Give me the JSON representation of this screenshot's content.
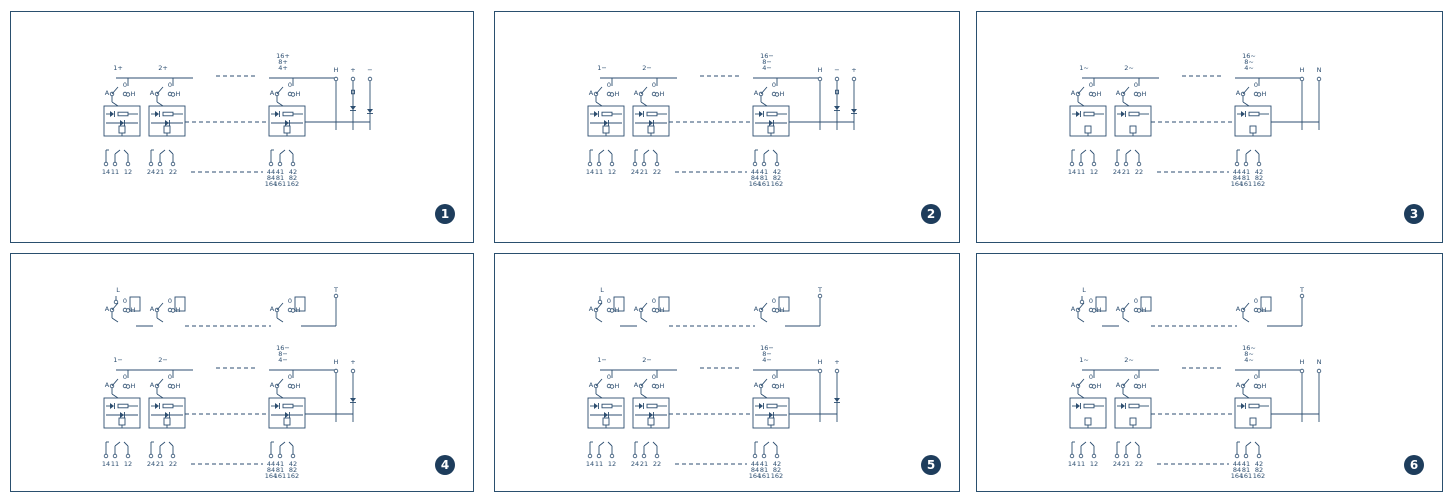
{
  "colors": {
    "line": "#2d4e70",
    "border": "#2a4f6e",
    "badge": "#1e3d5c",
    "badge_text": "#ffffff"
  },
  "panels": [
    {
      "number": "1",
      "top_circuit": null,
      "main": {
        "labels": [
          "1+",
          "2+"
        ],
        "last_label": [
          "16+",
          "8+",
          "4+"
        ],
        "terminals": [
          "H",
          "+",
          "−"
        ],
        "supply": "dc",
        "contacts": [
          [
            "14",
            "11",
            "12"
          ],
          [
            "24",
            "21",
            "22"
          ]
        ],
        "last_contacts": [
          [
            "44",
            "41",
            "42"
          ],
          [
            "84",
            "81",
            "82"
          ],
          [
            "164",
            "161",
            "162"
          ]
        ]
      }
    },
    {
      "number": "2",
      "top_circuit": null,
      "main": {
        "labels": [
          "1−",
          "2−"
        ],
        "last_label": [
          "16−",
          "8−",
          "4−"
        ],
        "terminals": [
          "H",
          "−",
          "+"
        ],
        "supply": "dc",
        "contacts": [
          [
            "14",
            "11",
            "12"
          ],
          [
            "24",
            "21",
            "22"
          ]
        ],
        "last_contacts": [
          [
            "44",
            "41",
            "42"
          ],
          [
            "84",
            "81",
            "82"
          ],
          [
            "164",
            "161",
            "162"
          ]
        ]
      }
    },
    {
      "number": "3",
      "top_circuit": null,
      "main": {
        "labels": [
          "1~",
          "2~"
        ],
        "last_label": [
          "16~",
          "8~",
          "4~"
        ],
        "terminals": [
          "H",
          "N"
        ],
        "supply": "ac",
        "contacts": [
          [
            "14",
            "11",
            "12"
          ],
          [
            "24",
            "21",
            "22"
          ]
        ],
        "last_contacts": [
          [
            "44",
            "41",
            "42"
          ],
          [
            "84",
            "81",
            "82"
          ],
          [
            "164",
            "161",
            "162"
          ]
        ]
      }
    },
    {
      "number": "4",
      "top_circuit": {
        "labels": [
          "L",
          "T"
        ]
      },
      "main": {
        "labels": [
          "1−",
          "2−"
        ],
        "last_label": [
          "16−",
          "8−",
          "4−"
        ],
        "terminals": [
          "H",
          "+"
        ],
        "supply": "dc",
        "contacts": [
          [
            "14",
            "11",
            "12"
          ],
          [
            "24",
            "21",
            "22"
          ]
        ],
        "last_contacts": [
          [
            "44",
            "41",
            "42"
          ],
          [
            "84",
            "81",
            "82"
          ],
          [
            "164",
            "161",
            "162"
          ]
        ]
      }
    },
    {
      "number": "5",
      "top_circuit": {
        "labels": [
          "L",
          "T"
        ]
      },
      "main": {
        "labels": [
          "1−",
          "2−"
        ],
        "last_label": [
          "16−",
          "8−",
          "4−"
        ],
        "terminals": [
          "H",
          "+"
        ],
        "supply": "dc",
        "contacts": [
          [
            "14",
            "11",
            "12"
          ],
          [
            "24",
            "21",
            "22"
          ]
        ],
        "last_contacts": [
          [
            "44",
            "41",
            "42"
          ],
          [
            "84",
            "81",
            "82"
          ],
          [
            "164",
            "161",
            "162"
          ]
        ]
      }
    },
    {
      "number": "6",
      "top_circuit": {
        "labels": [
          "L",
          "T"
        ]
      },
      "main": {
        "labels": [
          "1~",
          "2~"
        ],
        "last_label": [
          "16~",
          "8~",
          "4~"
        ],
        "terminals": [
          "H",
          "N"
        ],
        "supply": "ac",
        "contacts": [
          [
            "14",
            "11",
            "12"
          ],
          [
            "24",
            "21",
            "22"
          ]
        ],
        "last_contacts": [
          [
            "44",
            "41",
            "42"
          ],
          [
            "84",
            "81",
            "82"
          ],
          [
            "164",
            "161",
            "162"
          ]
        ]
      }
    }
  ],
  "switch_labels": {
    "a": "A",
    "o": "0",
    "h": "H"
  }
}
